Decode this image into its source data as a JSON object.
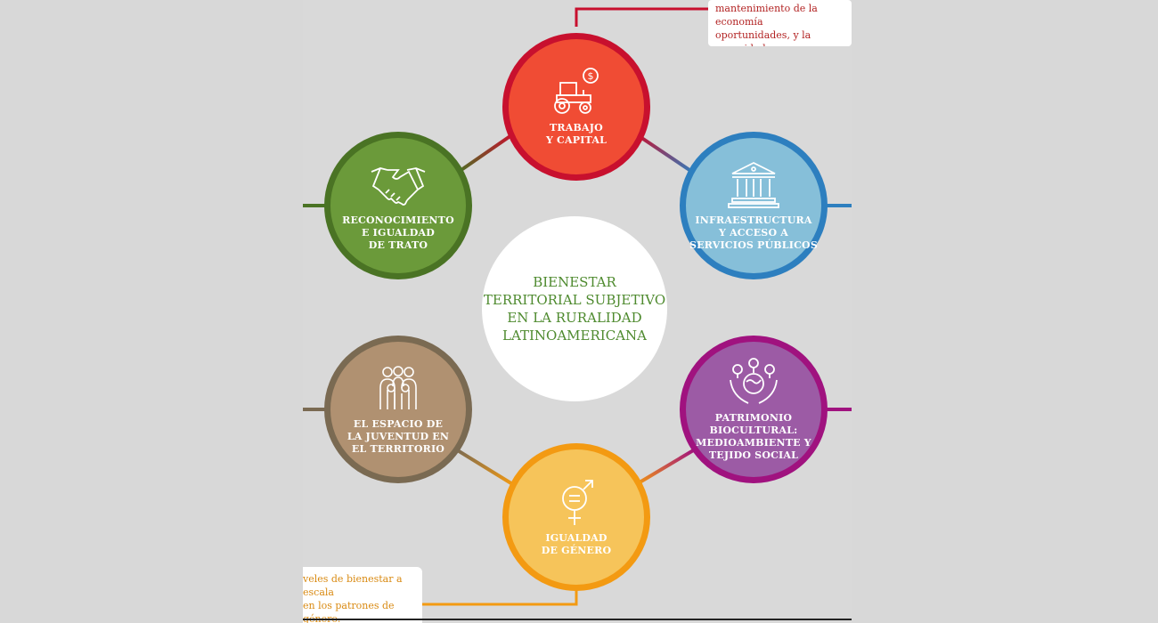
{
  "center_title": "BIENESTAR\nTERRITORIAL SUBJETIVO\nEN LA RURALIDAD\nLATINOAMERICANA",
  "nodes": [
    {
      "key": "trabajo",
      "label": "TRABAJO\nY CAPITAL",
      "icon": "tractor-money-icon",
      "fill": "#f04c34",
      "ring": "#c8102e"
    },
    {
      "key": "infra",
      "label": "INFRAESTRUCTURA\nY ACCESO A\nSERVICIOS PÚBLICOS",
      "icon": "bank-building-icon",
      "fill": "#86bfd9",
      "ring": "#2d7fbf"
    },
    {
      "key": "patrimonio",
      "label": "PATRIMONIO\nBIOCULTURAL:\nMEDIOAMBIENTE Y\nTEJIDO SOCIAL",
      "icon": "hands-globe-trees-icon",
      "fill": "#9c5ba5",
      "ring": "#a0127f"
    },
    {
      "key": "genero",
      "label": "IGUALDAD\nDE GÉNERO",
      "icon": "gender-equality-icon",
      "fill": "#f6c45a",
      "ring": "#f39a12"
    },
    {
      "key": "juventud",
      "label": "EL ESPACIO DE\nLA JUVENTUD EN\nEL TERRITORIO",
      "icon": "youth-group-icon",
      "fill": "#b09171",
      "ring": "#7a6a52"
    },
    {
      "key": "reconocimiento",
      "label": "RECONOCIMIENTO\nE IGUALDAD\nDE TRATO",
      "icon": "handshake-icon",
      "fill": "#6b9a3a",
      "ring": "#4a7324"
    }
  ],
  "notes": {
    "top": "mantenimiento de la economía\noportunidades, y la capacidad\nun patrimonio y aprovechar lo",
    "bottom": "veles de bienestar a escala\nen los patrones de género.\nigualdad entre mujeres y\nrman parte de las nuevas"
  },
  "colors": {
    "red": "#c8102e",
    "blue": "#2d7fbf",
    "purple": "#a0127f",
    "orange": "#f39a12",
    "brown": "#7a6a52",
    "green": "#4a7324"
  }
}
